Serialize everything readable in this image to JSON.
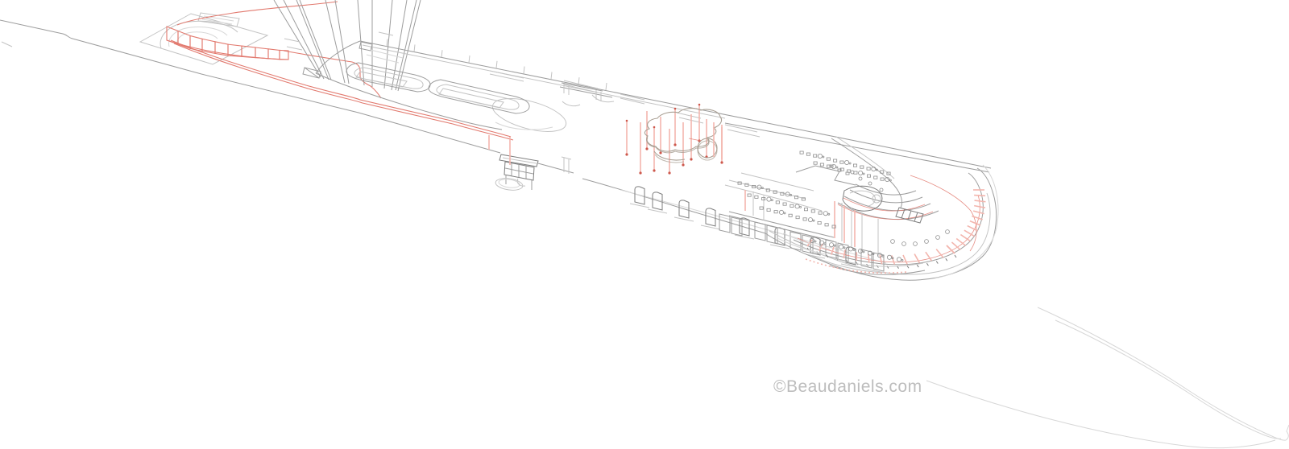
{
  "watermark": {
    "text": "©Beaudaniels.com"
  },
  "illustration": {
    "subject": "superyacht-deck-plan-line-drawing",
    "regions": {
      "bow": "bow deck with red perimeter fence",
      "mast": "mast rigging fan lines",
      "main_deck": "pool deck with two recessed pools",
      "freeform_pool": "freeform pool with red column markers",
      "kiosk": "deck bar kiosk with planter",
      "windbreaks": "windbreak and glass panel row",
      "aft": "aft terrace amphitheater with red colonnade",
      "stern": "stern hull outline"
    }
  },
  "colors": {
    "ink": "#9d9d9d",
    "ink_dark": "#7e7e7e",
    "ink_light": "#c3c3c3",
    "ink_faint": "#d7d7d7",
    "furniture": "#8d8d8d",
    "red": "#e2796e",
    "red_light": "#f3b6ae",
    "red_dot": "#cd584c",
    "pool_rim": "#a89e92",
    "watermark": "#bdbdbd",
    "background": "#ffffff"
  }
}
